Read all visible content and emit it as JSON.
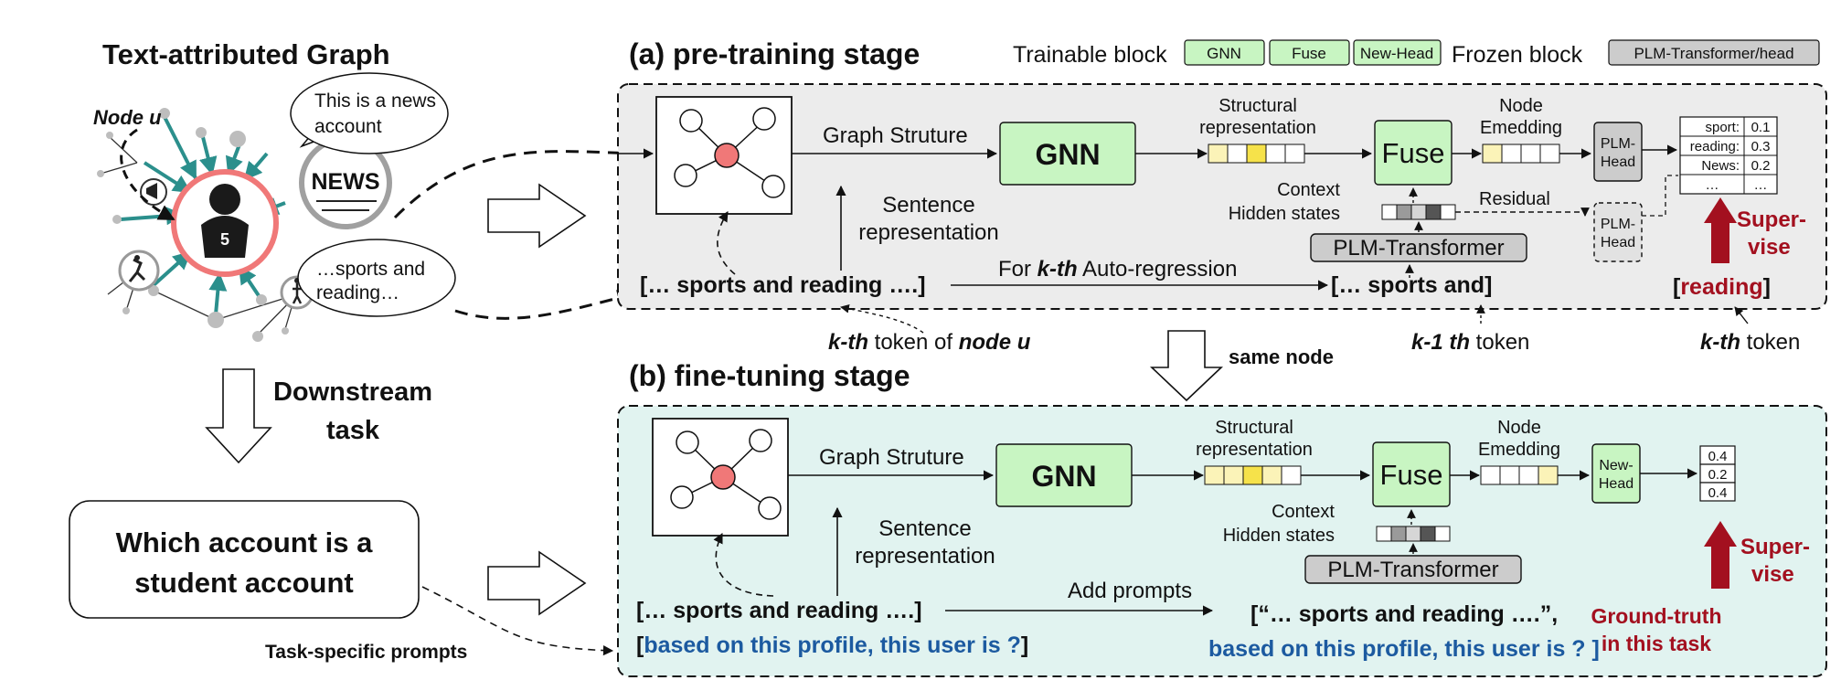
{
  "left": {
    "title": "Text-attributed Graph",
    "node_label": "Node u",
    "bubble_news": [
      "This is a news",
      "account"
    ],
    "news_sign": "NEWS",
    "bubble_sports": [
      "…sports and",
      "reading…"
    ],
    "downstream": [
      "Downstream",
      "task"
    ],
    "question": [
      "Which account is a",
      "student account"
    ],
    "task_prompts": "Task-specific prompts"
  },
  "legend": {
    "trainable": "Trainable block",
    "frozen": "Frozen block",
    "chips": [
      "GNN",
      "Fuse",
      "New-Head"
    ],
    "frozen_chip": "PLM-Transformer/head"
  },
  "pretrain": {
    "title": "(a) pre-training stage",
    "graph_structure": "Graph Struture",
    "gnn": "GNN",
    "structural_rep": [
      "Structural",
      "representation"
    ],
    "fuse": "Fuse",
    "node_embedding": [
      "Node",
      "Emedding"
    ],
    "plm_head": [
      "PLM-",
      "Head"
    ],
    "context_hidden": [
      "Context",
      "Hidden states"
    ],
    "residual": "Residual",
    "plm_transformer": "PLM-Transformer",
    "sentence_rep": [
      "Sentence",
      "representation"
    ],
    "sentence": "[… sports and reading ….]",
    "autoregression_pre": "For ",
    "autoregression_k": "k-th",
    "autoregression_post": " Auto-regression",
    "prefix": "[… sports and]",
    "prob_table": [
      [
        "sport:",
        "0.1"
      ],
      [
        "reading:",
        "0.3"
      ],
      [
        "News:",
        "0.2"
      ],
      [
        "…",
        "…"
      ]
    ],
    "supervise": [
      "Super-",
      "vise"
    ],
    "target_open": "[",
    "target_word": "reading",
    "target_close": "]"
  },
  "tokens": {
    "kth_node_a": "k-th",
    "kth_node_b": " token of ",
    "kth_node_c": "node u",
    "km1_a": "k-1 th",
    "km1_b": " token",
    "kth_a": "k-th",
    "kth_b": " token",
    "same_node": "same node"
  },
  "finetune": {
    "title": "(b) fine-tuning stage",
    "graph_structure": "Graph Struture",
    "gnn": "GNN",
    "structural_rep": [
      "Structural",
      "representation"
    ],
    "fuse": "Fuse",
    "node_embedding": [
      "Node",
      "Emedding"
    ],
    "new_head": [
      "New-",
      "Head"
    ],
    "context_hidden": [
      "Context",
      "Hidden states"
    ],
    "plm_transformer": "PLM-Transformer",
    "sentence_rep": [
      "Sentence",
      "representation"
    ],
    "sentence": "[… sports and reading ….]",
    "prompt_open": "[",
    "prompt_text": "based on this  profile, this user is ?",
    "prompt_close": "]",
    "add_prompts": "Add prompts",
    "combined_line1": "[“… sports and reading ….”,",
    "combined_line2": "based on this profile, this user is ? ]",
    "outputs": [
      "0.4",
      "0.2",
      "0.4"
    ],
    "supervise": [
      "Super-",
      "vise"
    ],
    "ground_truth": [
      "Ground-truth",
      "in this task"
    ]
  },
  "colors": {
    "trainable": "#c8f5c2",
    "frozen": "#cccccc",
    "panel_a": "#ececec",
    "panel_b": "#e1f3f0",
    "teal_edge": "#2b8f8c",
    "center_node": "#f07878",
    "highlight": "#f6e24a",
    "light_yellow": "#fbf3b8",
    "accent_red": "#a3101f",
    "accent_blue": "#1c5aa0"
  }
}
